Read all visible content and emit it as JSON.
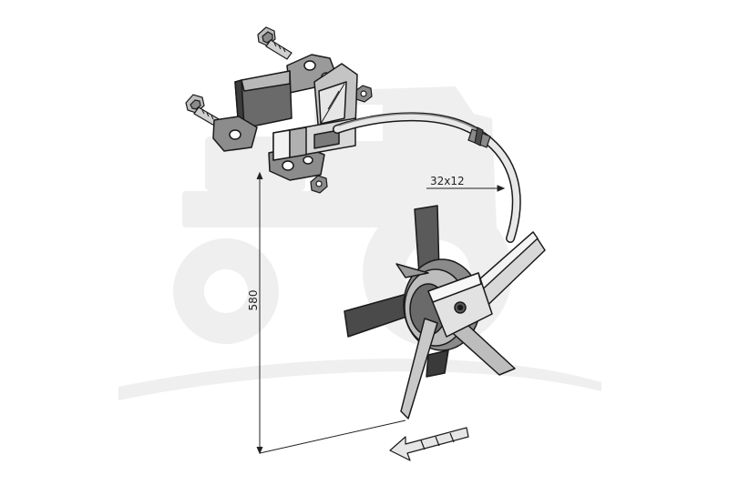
{
  "diagram": {
    "dimensions": {
      "width_label": "32x12",
      "height_label": "580"
    },
    "colors": {
      "watermark": "#efefef",
      "metal_dark": "#555555",
      "metal_mid": "#9a9a9a",
      "metal_light": "#d8d8d8",
      "outline": "#1a1a1a"
    },
    "parts": [
      {
        "name": "bolt-top",
        "icon": "bolt-icon"
      },
      {
        "name": "bolt-left",
        "icon": "bolt-icon"
      },
      {
        "name": "nut-right",
        "icon": "nut-icon"
      },
      {
        "name": "nut-bottom",
        "icon": "nut-icon"
      },
      {
        "name": "mounting-bracket",
        "icon": "bracket-icon"
      },
      {
        "name": "spring-tine",
        "icon": "spring-arm-icon"
      },
      {
        "name": "star-wheel",
        "icon": "rotor-icon"
      },
      {
        "name": "direction-arrow",
        "icon": "arrow-left-icon"
      }
    ]
  }
}
